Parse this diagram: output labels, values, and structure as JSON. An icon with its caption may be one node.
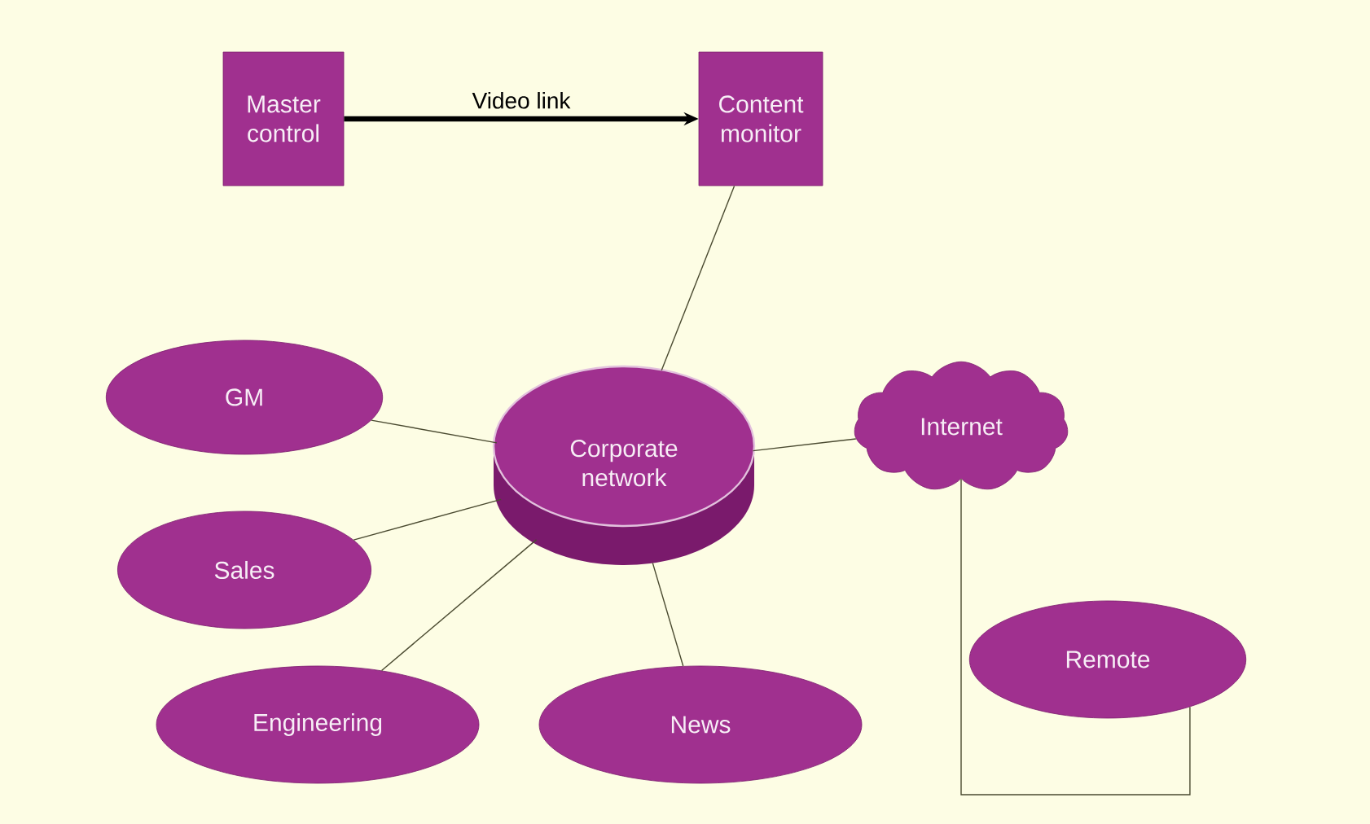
{
  "diagram": {
    "nodes": [
      {
        "text": [
          "Master control"
        ]
      },
      {
        "text": [
          "Content monitor"
        ]
      },
      {
        "text": [
          "GM"
        ]
      },
      {
        "text": [
          "Corporate network"
        ]
      },
      {
        "text": [
          "Internet"
        ]
      },
      {
        "text": [
          "Sales"
        ]
      },
      {
        "text": [
          "Engineering"
        ]
      },
      {
        "text": [
          "News"
        ]
      },
      {
        "text": [
          "Remote"
        ]
      }
    ],
    "edges": [
      {
        "from": 0,
        "to": 1,
        "arrow": "to",
        "label": "Video link",
        "style": "thick",
        "color": "#000000"
      },
      {
        "from": 1,
        "to": 3,
        "arrow": "none"
      },
      {
        "from": 2,
        "to": 3,
        "arrow": "none"
      },
      {
        "from": 3,
        "to": 4,
        "arrow": "none"
      },
      {
        "from": 5,
        "to": 3,
        "arrow": "none"
      },
      {
        "from": 6,
        "to": 3,
        "arrow": "none"
      },
      {
        "from": 7,
        "to": 3,
        "arrow": "none"
      },
      {
        "from": 4,
        "to": 8,
        "arrow": "none"
      }
    ]
  }
}
